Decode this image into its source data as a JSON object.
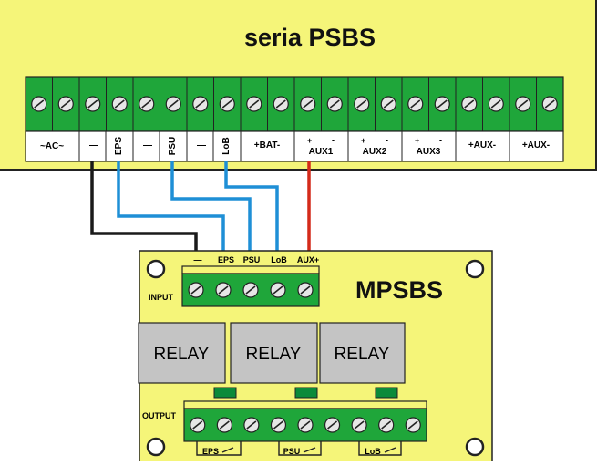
{
  "colors": {
    "board": "#f5f579",
    "terminal": "#1fa63a",
    "screw": "#e6e6e6",
    "relay": "#c4c4c4",
    "led": "#0b8a3a",
    "wire_black": "#1a1a1a",
    "wire_blue": "#1e8fd6",
    "wire_red": "#d42a1a"
  },
  "psbs": {
    "title": "seria PSBS",
    "labels": [
      "~AC~",
      "—",
      "EPS",
      "—",
      "PSU",
      "—",
      "LoB",
      "+BAT-",
      "AUX1",
      "AUX2",
      "AUX3",
      "+AUX-",
      "+AUX-"
    ],
    "aux_plus": "+",
    "aux_minus": "-"
  },
  "mpsbs": {
    "title": "MPSBS",
    "input_label": "INPUT",
    "output_label": "OUTPUT",
    "input_terminals": [
      "—",
      "EPS",
      "PSU",
      "LoB",
      "AUX+"
    ],
    "relays": [
      "RELAY",
      "RELAY",
      "RELAY"
    ],
    "output_groups": [
      "EPS",
      "PSU",
      "LoB"
    ]
  }
}
